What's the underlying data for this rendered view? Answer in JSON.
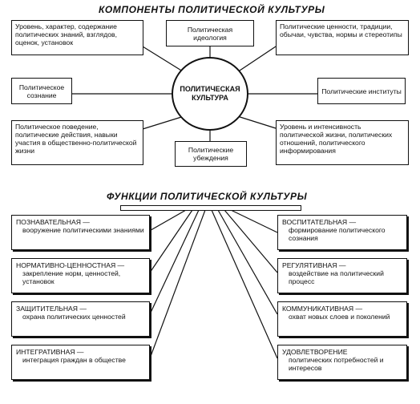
{
  "title_components": "КОМПОНЕНТЫ ПОЛИТИЧЕСКОЙ КУЛЬТУРЫ",
  "center_label": "ПОЛИТИЧЕСКАЯ КУЛЬТУРА",
  "components": {
    "left_top": "Уровень, характер, содержание политических знаний, взглядов, оценок, установок",
    "ideology": "Политическая идеология",
    "right_top": "Политические ценности, традиции, обычаи, чувства, нормы и стереотипы",
    "consciousness": "Политическое сознание",
    "institutes": "Политические институты",
    "left_bottom": "Политическое поведение, политические действия, навыки участия в общественно-политической жизни",
    "beliefs": "Политические убеждения",
    "right_bottom": "Уровень и интенсивность политической жизни, политических отношений, политического информирования"
  },
  "title_functions": "ФУНКЦИИ ПОЛИТИЧЕСКОЙ КУЛЬТУРЫ",
  "functions_left": [
    {
      "name": "ПОЗНАВАТЕЛЬНАЯ —",
      "desc": "вооружение политическими знаниями"
    },
    {
      "name": "НОРМАТИВНО-ЦЕННОСТНАЯ —",
      "desc": "закрепление норм, ценностей, установок"
    },
    {
      "name": "ЗАЩИТИТЕЛЬНАЯ —",
      "desc": "охрана политических ценностей"
    },
    {
      "name": "ИНТЕГРАТИВНАЯ —",
      "desc": "интеграция граждан в обществе"
    }
  ],
  "functions_right": [
    {
      "name": "ВОСПИТАТЕЛЬНАЯ —",
      "desc": "формирование политического сознания"
    },
    {
      "name": "РЕГУЛЯТИВНАЯ —",
      "desc": "воздействие на политический процесс"
    },
    {
      "name": "КОММУНИКАТИВНАЯ —",
      "desc": "охват новых слоев и поколений"
    },
    {
      "name": "УДОВЛЕТВОРЕНИЕ",
      "desc": "политических потребностей и интересов"
    }
  ]
}
